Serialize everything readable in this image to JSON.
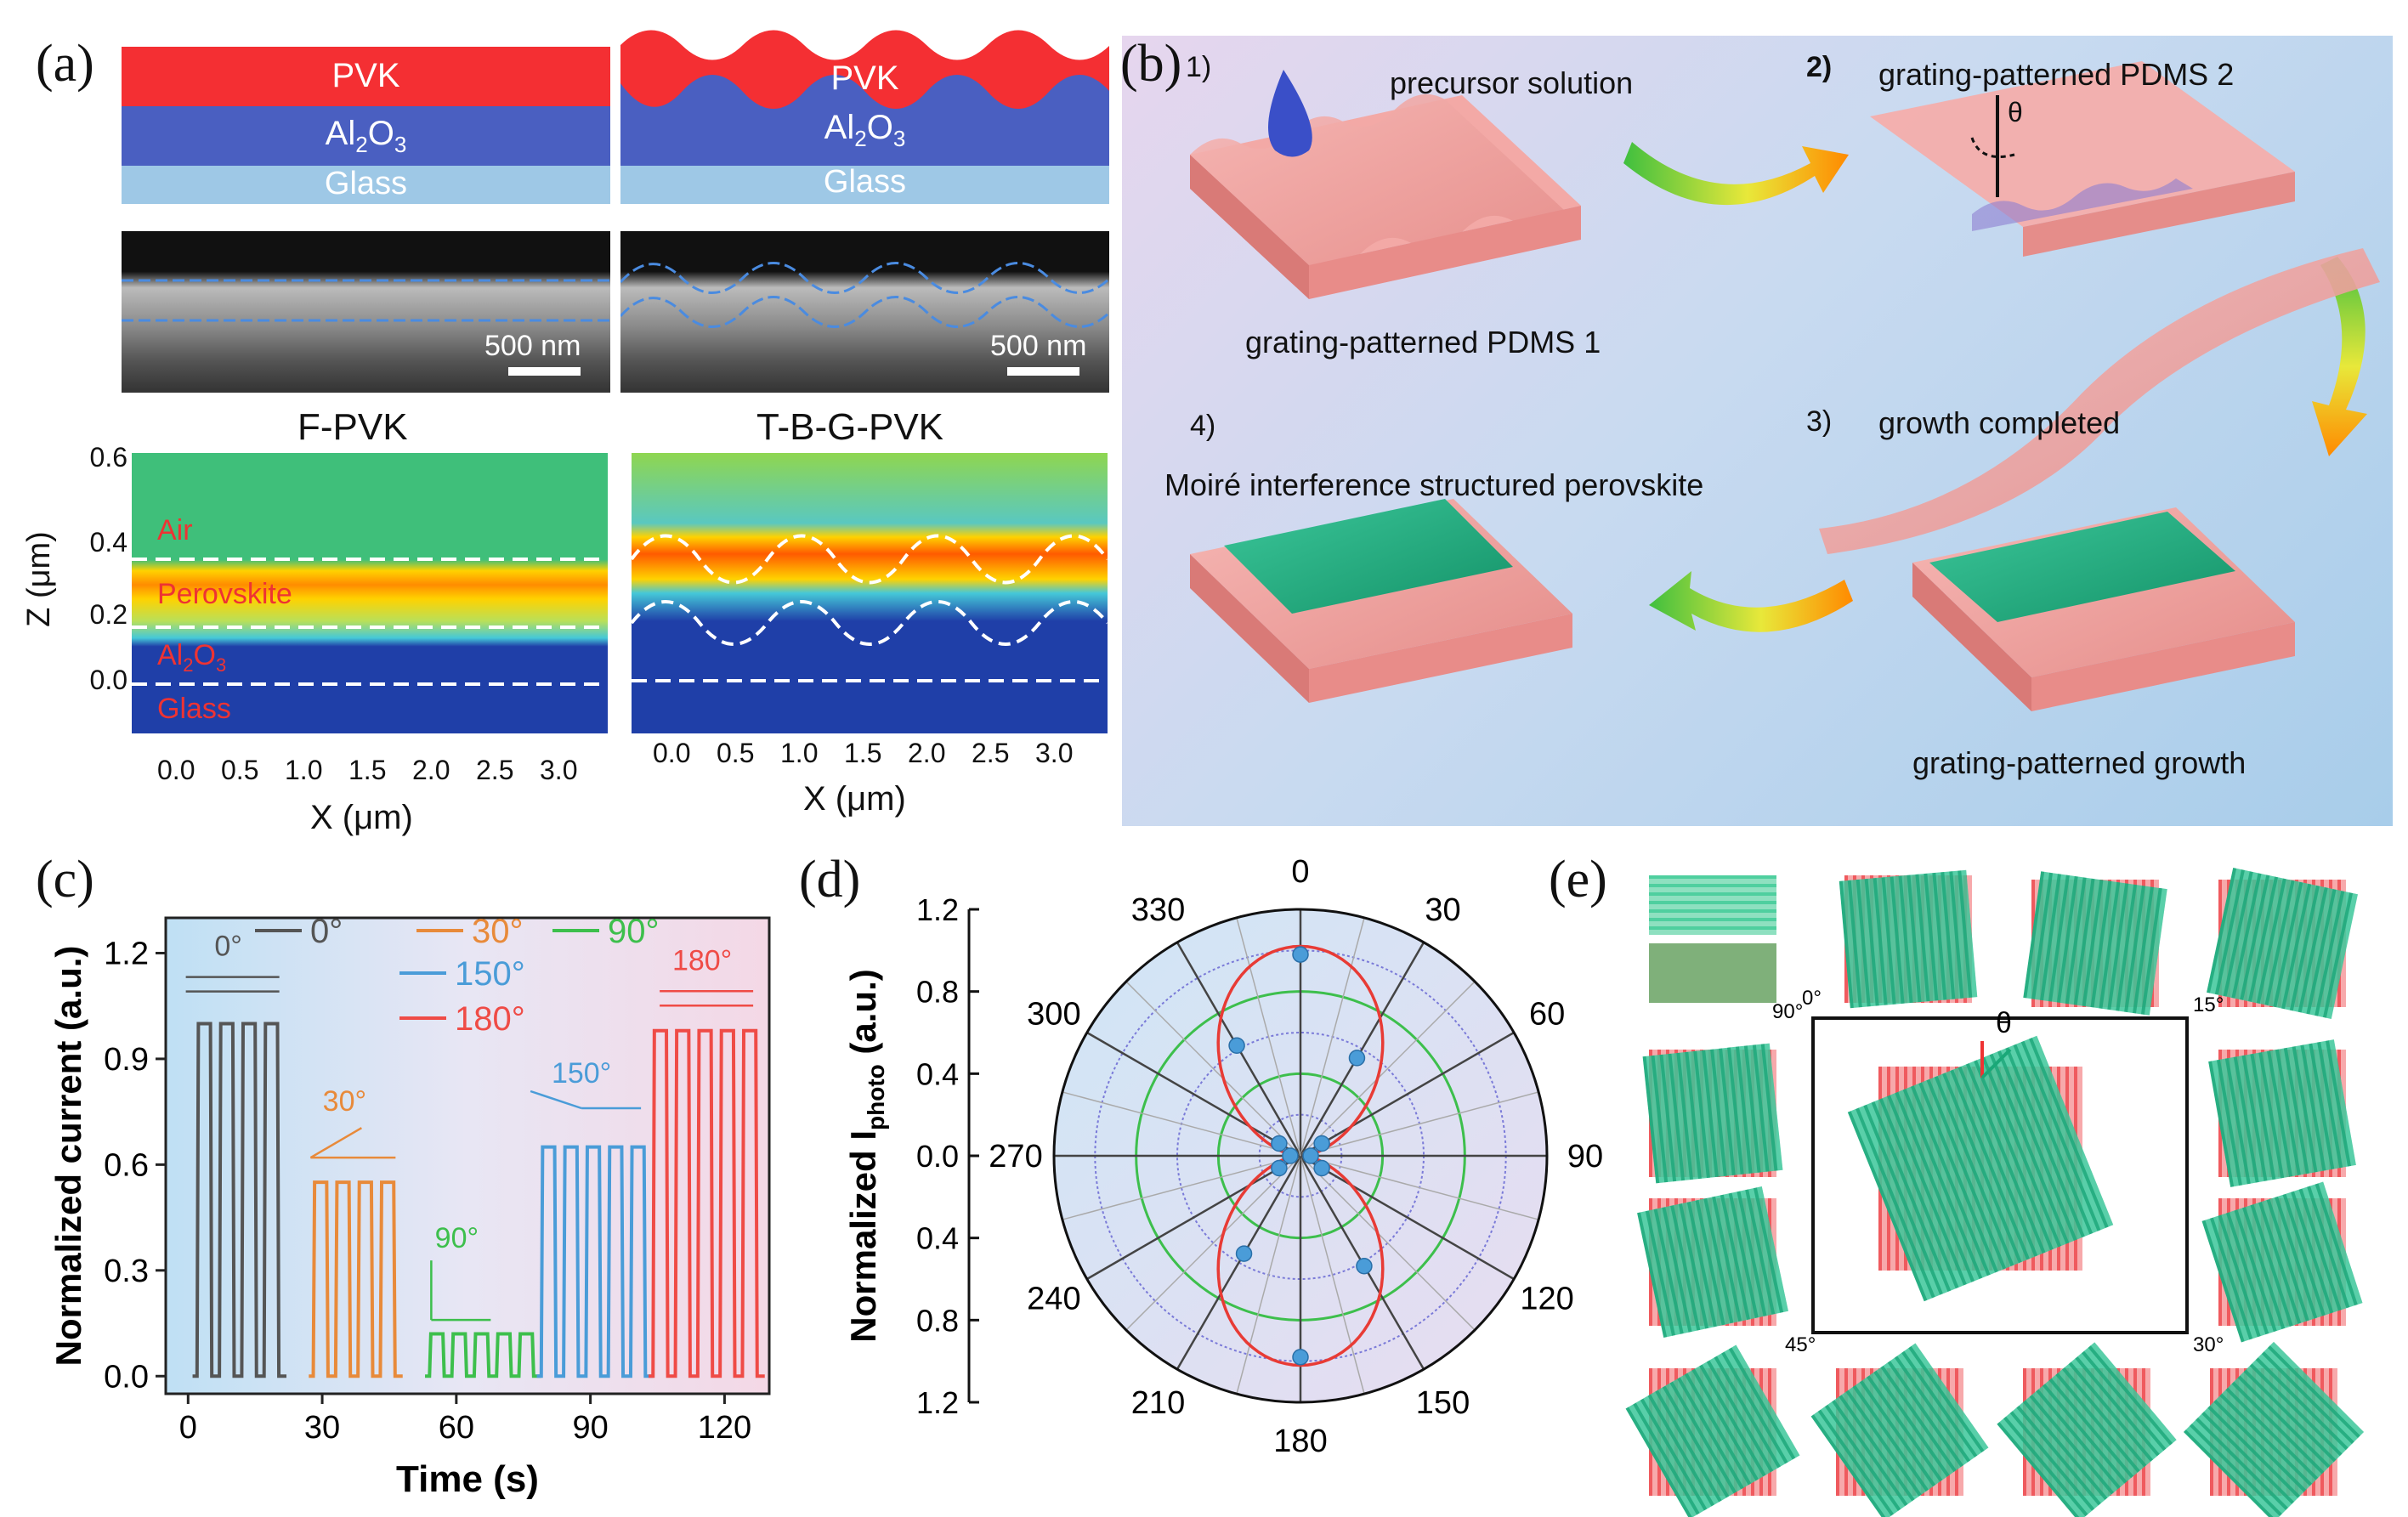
{
  "panels": {
    "a": "(a)",
    "b": "(b)",
    "c": "(c)",
    "d": "(d)",
    "e": "(e)"
  },
  "panel_a": {
    "layers": {
      "pvk": "PVK",
      "al": "Al",
      "al_sub": "2",
      "al_o": "O",
      "al_o_sub": "3",
      "glass": "Glass"
    },
    "scale_bar": "500 nm",
    "left_title": "F-PVK",
    "right_title": "T-B-G-PVK",
    "ylabel": "Z (μm)",
    "xlabel": "X (μm)",
    "yticks": [
      "0.6",
      "0.4",
      "0.2",
      "0.0"
    ],
    "xticks": [
      "0.0",
      "0.5",
      "1.0",
      "1.5",
      "2.0",
      "2.5",
      "3.0"
    ],
    "region_labels": {
      "air": "Air",
      "perovskite": "Perovskite",
      "al": "Al",
      "al_sub": "2",
      "al_o": "O",
      "al_o_sub": "3",
      "glass": "Glass"
    },
    "colors": {
      "pvk": "#f42f33",
      "al2o3": "#4a5fc1",
      "glass": "#9ec8e6"
    }
  },
  "panel_b": {
    "steps": [
      {
        "num": "1)",
        "text": "precursor solution"
      },
      {
        "num": "2)",
        "text": "grating-patterned PDMS 2"
      },
      {
        "num": "3)",
        "text": "growth completed"
      },
      {
        "num": "4)",
        "text": "Moiré interference structured perovskite"
      }
    ],
    "pdms1": "grating-patterned PDMS 1",
    "growth": "grating-patterned growth",
    "theta": "θ"
  },
  "panel_c": {
    "chart_data": {
      "type": "line",
      "xlabel": "Time (s)",
      "ylabel": "Normalized current (a.u.)",
      "xlim": [
        -5,
        130
      ],
      "ylim": [
        -0.05,
        1.3
      ],
      "xticks": [
        0,
        30,
        60,
        90,
        120
      ],
      "yticks": [
        "0.0",
        "0.3",
        "0.6",
        "0.9",
        "1.2"
      ],
      "series": [
        {
          "name": "0°",
          "color": "#555555",
          "start": 2,
          "period": 5,
          "on": 3,
          "pulses": 4,
          "value": 1.0
        },
        {
          "name": "30°",
          "color": "#e88a3a",
          "start": 28,
          "period": 5,
          "on": 3,
          "pulses": 4,
          "value": 0.55
        },
        {
          "name": "90°",
          "color": "#3dbf4c",
          "start": 54,
          "period": 5,
          "on": 3,
          "pulses": 5,
          "value": 0.12
        },
        {
          "name": "150°",
          "color": "#4a9cd8",
          "start": 79,
          "period": 5,
          "on": 3,
          "pulses": 5,
          "value": 0.65
        },
        {
          "name": "180°",
          "color": "#ef4b46",
          "start": 104,
          "period": 5,
          "on": 3,
          "pulses": 5,
          "value": 0.98
        }
      ],
      "arrow_labels": [
        "0°",
        "30°",
        "90°",
        "150°",
        "180°"
      ]
    }
  },
  "panel_d": {
    "chart_data": {
      "type": "scatter",
      "ylabel_main": "Normalized I",
      "ylabel_sub": "photo",
      "ylabel_end": " (a.u.)",
      "radial_ticks_top": [
        "1.2",
        "0.8",
        "0.4",
        "0.0"
      ],
      "radial_ticks_bottom": [
        "0.4",
        "0.8",
        "1.2"
      ],
      "angle_labels": [
        "0",
        "30",
        "60",
        "90",
        "120",
        "150",
        "180",
        "210",
        "240",
        "270",
        "300",
        "330"
      ],
      "points": [
        {
          "angle": 0,
          "r": 0.98
        },
        {
          "angle": 30,
          "r": 0.55
        },
        {
          "angle": 60,
          "r": 0.12
        },
        {
          "angle": 90,
          "r": 0.05
        },
        {
          "angle": 120,
          "r": 0.12
        },
        {
          "angle": 150,
          "r": 0.62
        },
        {
          "angle": 180,
          "r": 0.98
        },
        {
          "angle": 210,
          "r": 0.55
        },
        {
          "angle": 240,
          "r": 0.12
        },
        {
          "angle": 270,
          "r": 0.05
        },
        {
          "angle": 300,
          "r": 0.12
        },
        {
          "angle": 330,
          "r": 0.62
        }
      ],
      "fit_color": "#e83b35",
      "point_color": "#4a9cd8",
      "rmax": 1.2
    }
  },
  "panel_e": {
    "angles": {
      "a0": "0°",
      "a15": "15°",
      "a30": "30°",
      "a45": "45°",
      "a90": "90°"
    },
    "theta": "θ"
  }
}
